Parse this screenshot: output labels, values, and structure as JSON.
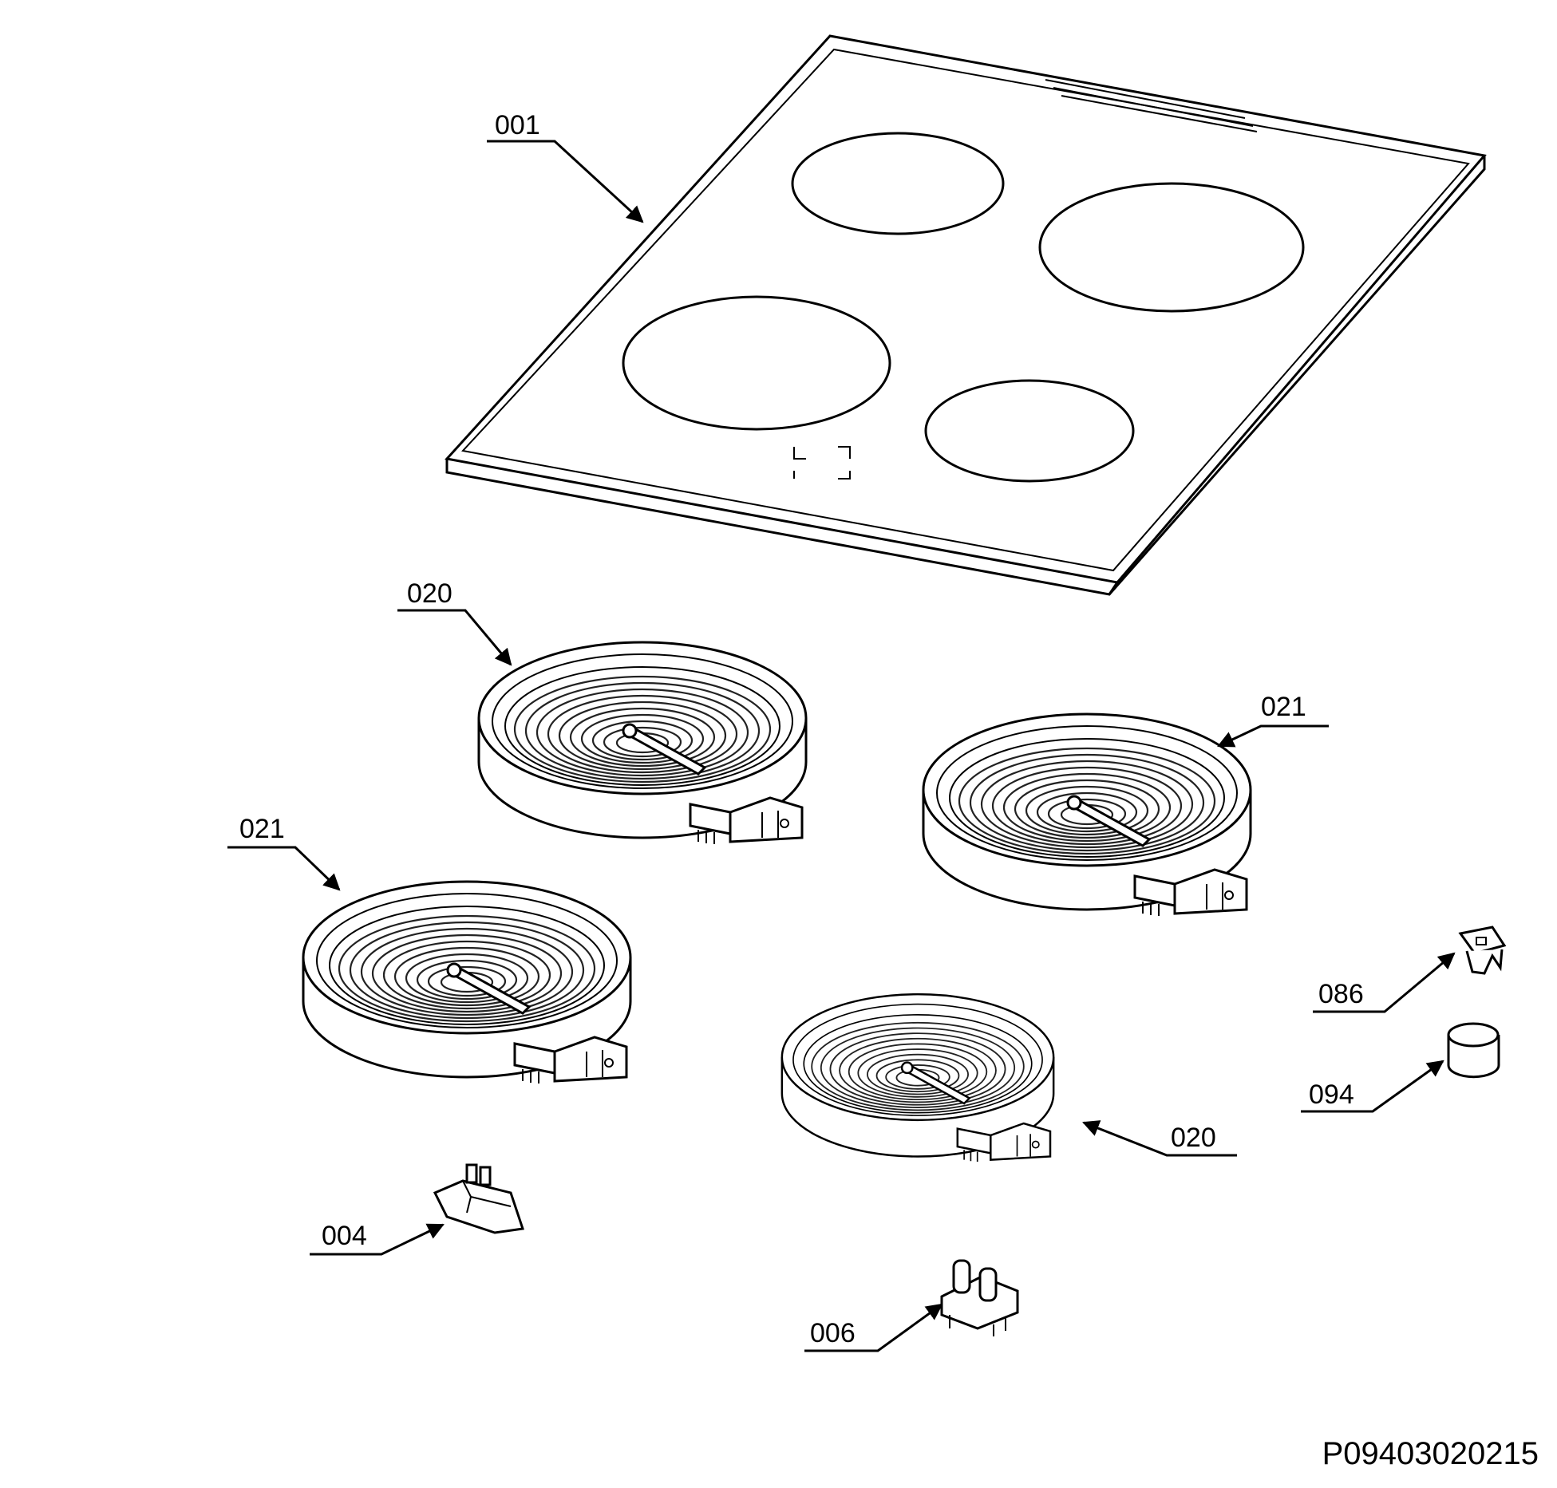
{
  "diagram": {
    "document_id": "P09403020215",
    "callouts": [
      {
        "id": "001",
        "label": "001",
        "part": "ceramic-hob-glass-top"
      },
      {
        "id": "020a",
        "label": "020",
        "part": "radiant-heating-element"
      },
      {
        "id": "021a",
        "label": "021",
        "part": "radiant-heating-element"
      },
      {
        "id": "021b",
        "label": "021",
        "part": "radiant-heating-element"
      },
      {
        "id": "020b",
        "label": "020",
        "part": "radiant-heating-element"
      },
      {
        "id": "086",
        "label": "086",
        "part": "mounting-clip"
      },
      {
        "id": "094",
        "label": "094",
        "part": "spacer-cap"
      },
      {
        "id": "004",
        "label": "004",
        "part": "terminal-block"
      },
      {
        "id": "006",
        "label": "006",
        "part": "connector-terminal"
      }
    ]
  }
}
